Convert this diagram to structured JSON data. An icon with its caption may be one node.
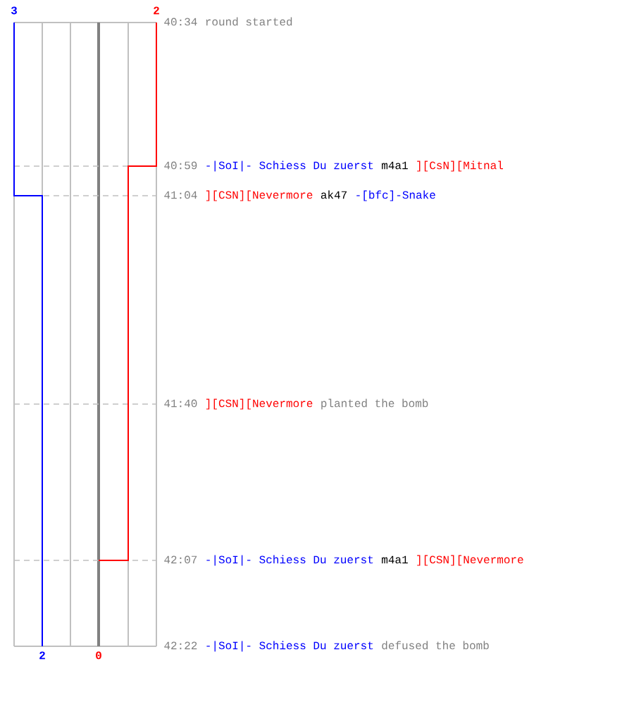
{
  "diagram": {
    "labels": [
      "3",
      "2",
      "40:34",
      "round started",
      "40:59",
      "-|SoI|- Schiess Du zuerst",
      "m4a1",
      "][CsN][Mitnal",
      "41:04",
      "][CSN][Nevermore",
      "ak47",
      "-[bfc]-Snake",
      "41:40",
      "][CSN][Nevermore",
      "planted the bomb",
      "42:07",
      "-|SoI|- Schiess Du zuerst",
      "m4a1",
      "][CSN][Nevermore",
      "42:22",
      "-|SoI|- Schiess Du zuerst",
      "defused the bomb",
      "2",
      "0"
    ]
  }
}
